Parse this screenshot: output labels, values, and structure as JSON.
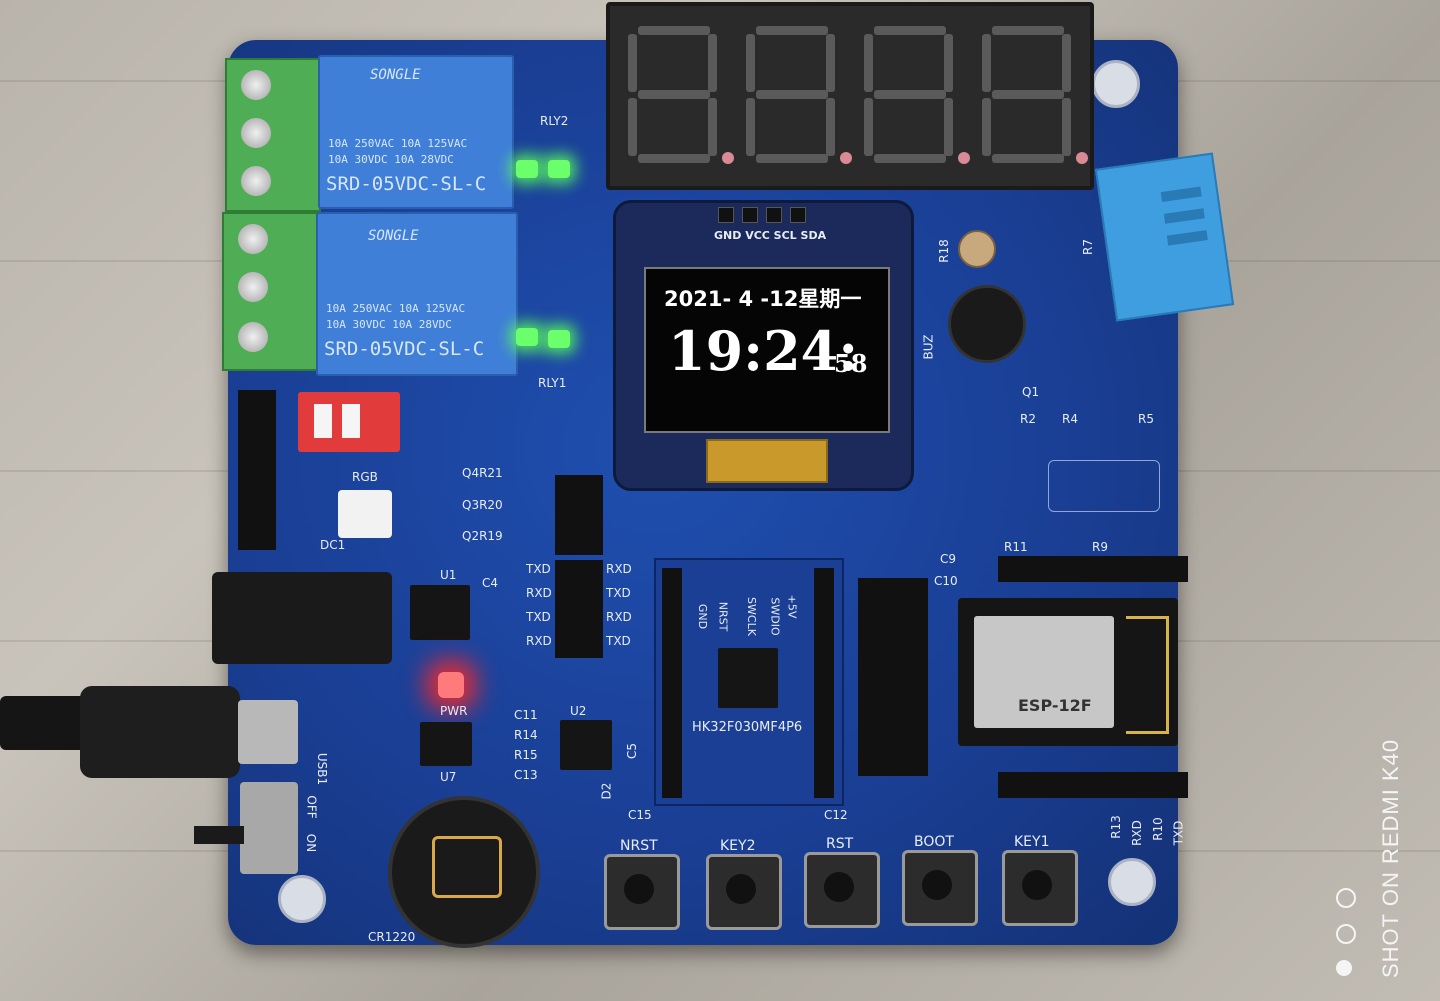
{
  "relay_brand": "SONGLE",
  "relay_model": "SRD-05VDC-SL-C",
  "relay_spec_lines": [
    "10A 250VAC  10A 125VAC",
    "10A  30VDC  10A  28VDC"
  ],
  "relay_labels": [
    "RLY2",
    "RLY1"
  ],
  "oled": {
    "pin_labels": "GND VCC SCL SDA",
    "date_text": "2021- 4 -12星期一",
    "time_text": "19:24:",
    "seconds_text": "58"
  },
  "silkscreen": {
    "uart_left": [
      "TXD",
      "RXD",
      "TXD",
      "RXD"
    ],
    "uart_right": [
      "RXD",
      "TXD",
      "RXD",
      "TXD"
    ],
    "mcu_label": "HK32F030MF4P6",
    "debug_pins": [
      "GND",
      "NRST",
      "SWCLK",
      "SWDIO",
      "+5V"
    ],
    "resistors": [
      "Q4R21",
      "Q3R20",
      "Q2R19"
    ],
    "misc": [
      "U1",
      "C4",
      "DC1",
      "PWR",
      "U2",
      "C5",
      "C11",
      "R14",
      "R15",
      "C13",
      "D2",
      "U7",
      "CR1220",
      "USB1",
      "OFF",
      "ON",
      "R18",
      "BUZ",
      "Q1",
      "R2",
      "R4",
      "R5",
      "C9",
      "C10",
      "R11",
      "R9",
      "R13",
      "RXD",
      "R10",
      "TXD",
      "C15",
      "C12",
      "RGB",
      "R7"
    ],
    "esp_module": "ESP-12F"
  },
  "buttons": [
    "NRST",
    "KEY2",
    "RST",
    "BOOT",
    "KEY1"
  ],
  "watermark": "SHOT ON REDMI K40",
  "colors": {
    "pcb": "#1a3f95",
    "relay": "#3f7fd8",
    "terminal": "#4fae55",
    "oled_text": "#ffffff",
    "led_green": "#6cff6c",
    "led_red": "#ff3a3a"
  }
}
